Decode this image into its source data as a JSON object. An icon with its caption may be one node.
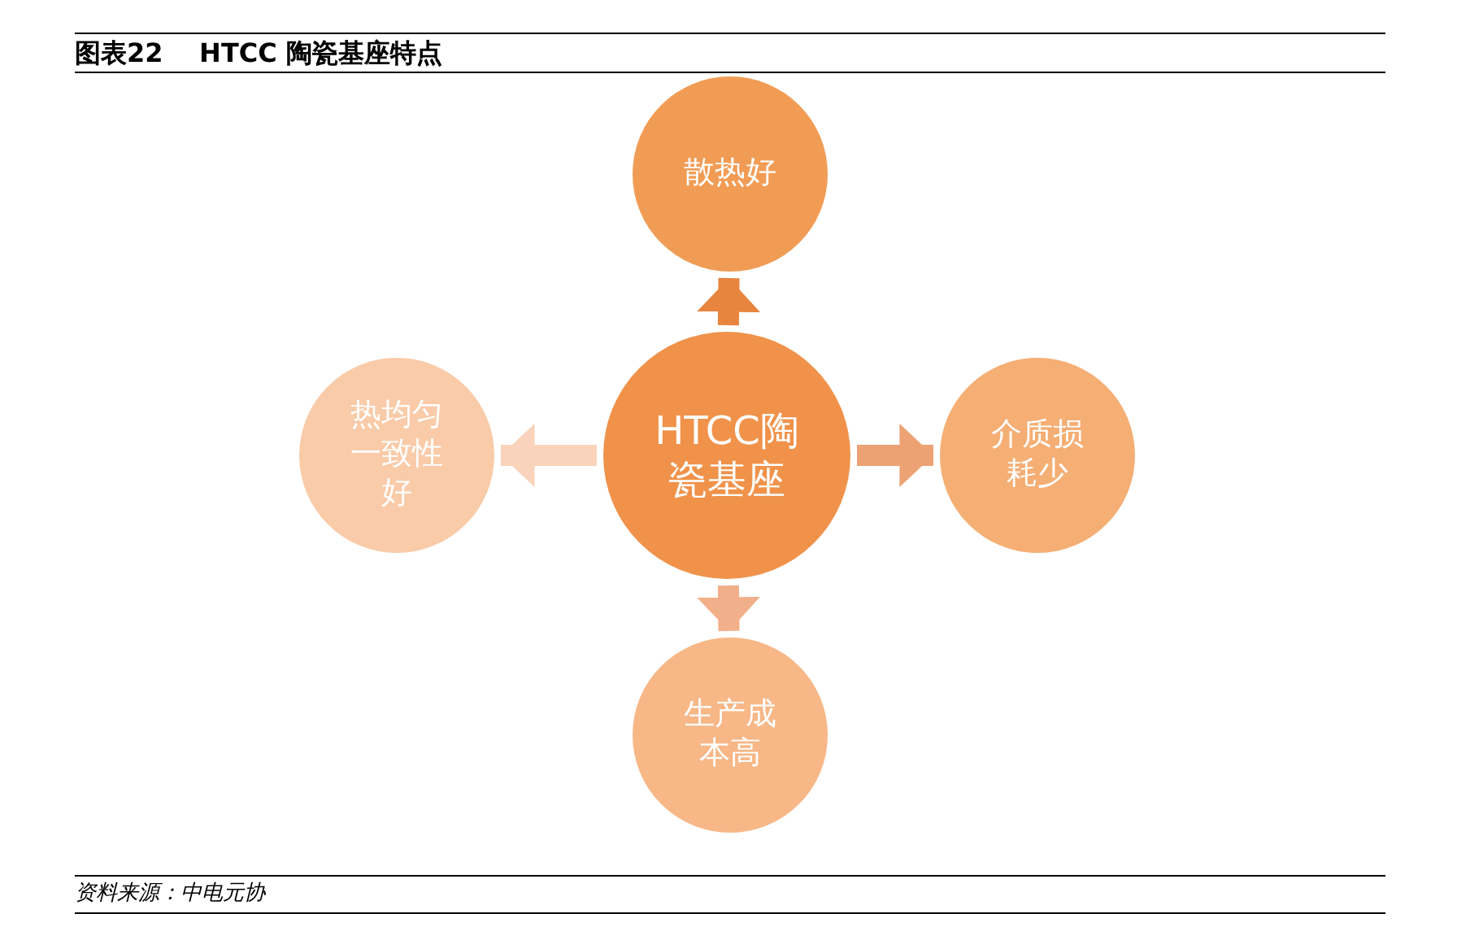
{
  "diagram": {
    "title": "图表22    HTCC 陶瓷基座特点",
    "nodes": [
      {
        "text": [
          "HTCC陶瓷基座"
        ]
      },
      {
        "text": [
          "散热好"
        ]
      },
      {
        "text": [
          "介质损耗少"
        ]
      },
      {
        "text": [
          "生产成本高"
        ]
      },
      {
        "text": [
          "热均匀一致性好"
        ]
      }
    ],
    "edges": [
      {
        "from": 0,
        "to": 1,
        "arrow": "to",
        "color": "#e8843e"
      },
      {
        "from": 0,
        "to": 2,
        "arrow": "to",
        "color": "#eda274"
      },
      {
        "from": 0,
        "to": 3,
        "arrow": "to",
        "color": "#f2b08a"
      },
      {
        "from": 0,
        "to": 4,
        "arrow": "to",
        "color": "#f9d3bb"
      }
    ],
    "caption": "资料来源：中电元协"
  }
}
